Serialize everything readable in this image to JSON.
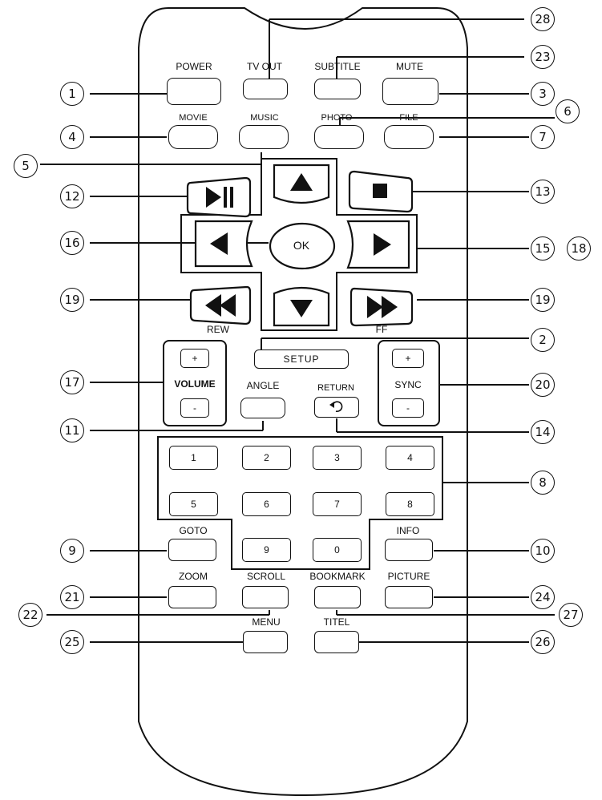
{
  "buttons": {
    "power": "POWER",
    "tv_out": "TV OUT",
    "subtitle": "SUBTITLE",
    "mute": "MUTE",
    "movie": "MOVIE",
    "music": "MUSIC",
    "photo": "PHOTO",
    "file": "FILE",
    "ok": "OK",
    "rew": "REW",
    "ff": "FF",
    "setup": "SETUP",
    "volume": "VOLUME",
    "volume_plus": "+",
    "volume_minus": "-",
    "sync": "SYNC",
    "sync_plus": "+",
    "sync_minus": "-",
    "angle": "ANGLE",
    "return": "RETURN",
    "numbers": [
      "1",
      "2",
      "3",
      "4",
      "5",
      "6",
      "7",
      "8",
      "9",
      "0"
    ],
    "goto": "GOTO",
    "info": "INFO",
    "zoom": "ZOOM",
    "scroll": "SCROLL",
    "bookmark": "BOOKMARK",
    "picture": "PICTURE",
    "menu": "MENU",
    "titel": "TITEL"
  },
  "callouts": {
    "c1": "1",
    "c2": "2",
    "c3": "3",
    "c4": "4",
    "c5": "5",
    "c6": "6",
    "c7": "7",
    "c8": "8",
    "c9": "9",
    "c10": "10",
    "c11": "11",
    "c12": "12",
    "c13": "13",
    "c14": "14",
    "c15": "15",
    "c16": "16",
    "c17": "17",
    "c18": "18",
    "c19_left": "19",
    "c19_right": "19",
    "c20": "20",
    "c21": "21",
    "c22": "22",
    "c23": "23",
    "c24": "24",
    "c25": "25",
    "c26": "26",
    "c27": "27",
    "c28": "28"
  }
}
